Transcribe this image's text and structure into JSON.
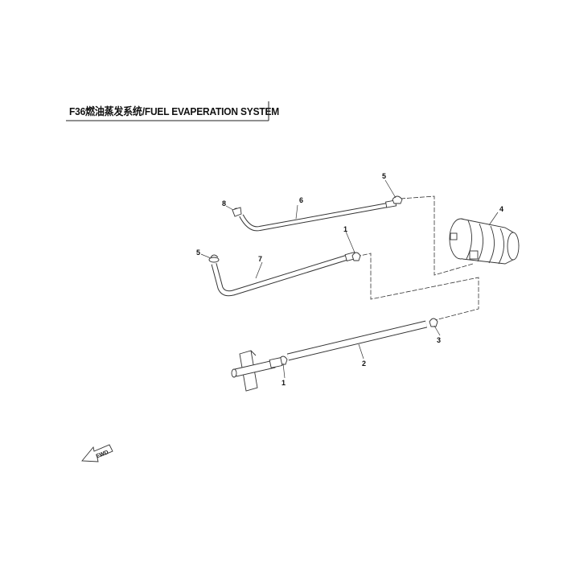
{
  "title": "F36燃油蒸发系统/FUEL EVAPERATION SYSTEM",
  "fwd_label": "FWD",
  "callouts": [
    {
      "id": "c1a",
      "label": "1"
    },
    {
      "id": "c1b",
      "label": "1"
    },
    {
      "id": "c2",
      "label": "2"
    },
    {
      "id": "c3",
      "label": "3"
    },
    {
      "id": "c4",
      "label": "4"
    },
    {
      "id": "c5a",
      "label": "5"
    },
    {
      "id": "c5b",
      "label": "5"
    },
    {
      "id": "c6",
      "label": "6"
    },
    {
      "id": "c7",
      "label": "7"
    },
    {
      "id": "c8",
      "label": "8"
    }
  ]
}
